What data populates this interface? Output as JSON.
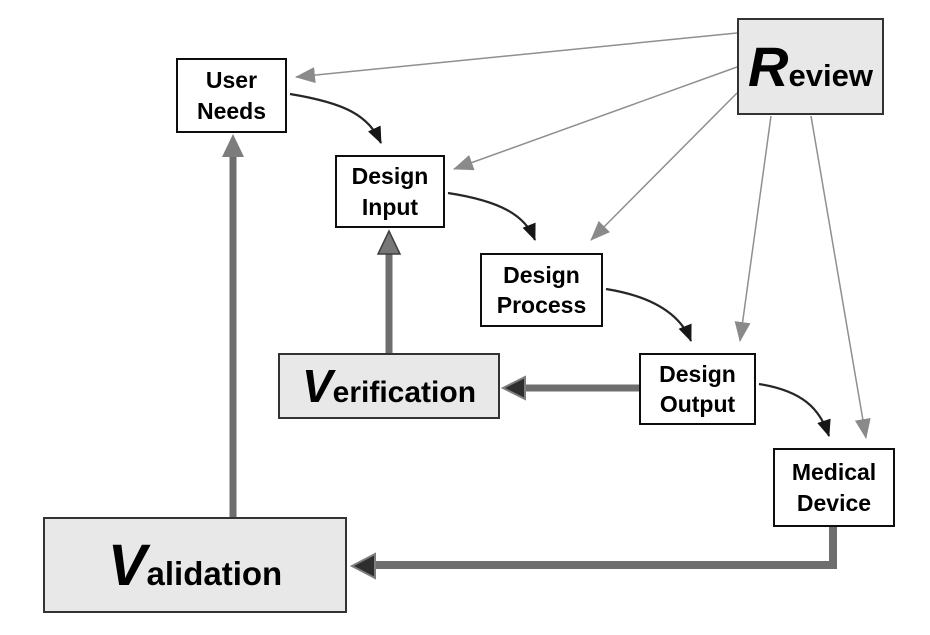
{
  "diagram": {
    "description": "Design controls waterfall diagram",
    "nodes": {
      "user_needs": {
        "line1": "User",
        "line2": "Needs"
      },
      "review": {
        "initial": "R",
        "rest": "eview"
      },
      "design_input": {
        "line1": "Design",
        "line2": "Input"
      },
      "design_process": {
        "line1": "Design",
        "line2": "Process"
      },
      "verification": {
        "initial": "V",
        "rest": "erification"
      },
      "design_output": {
        "line1": "Design",
        "line2": "Output"
      },
      "medical_device": {
        "line1": "Medical",
        "line2": "Device"
      },
      "validation": {
        "initial": "V",
        "rest": "alidation"
      }
    },
    "edges": [
      {
        "from": "review",
        "to": "user_needs",
        "style": "thin-gray"
      },
      {
        "from": "review",
        "to": "design_input",
        "style": "thin-gray"
      },
      {
        "from": "review",
        "to": "design_process",
        "style": "thin-gray"
      },
      {
        "from": "review",
        "to": "design_output",
        "style": "thin-gray"
      },
      {
        "from": "review",
        "to": "medical_device",
        "style": "thin-gray"
      },
      {
        "from": "user_needs",
        "to": "design_input",
        "style": "curved-black"
      },
      {
        "from": "design_input",
        "to": "design_process",
        "style": "curved-black"
      },
      {
        "from": "design_process",
        "to": "design_output",
        "style": "curved-black"
      },
      {
        "from": "design_output",
        "to": "medical_device",
        "style": "curved-black"
      },
      {
        "from": "design_output",
        "to": "verification",
        "style": "thick-gray"
      },
      {
        "from": "verification",
        "to": "design_input",
        "style": "thick-gray"
      },
      {
        "from": "medical_device",
        "to": "validation",
        "style": "thick-gray"
      },
      {
        "from": "validation",
        "to": "user_needs",
        "style": "thick-gray"
      }
    ],
    "colors": {
      "background": "#ffffff",
      "box_fill_white": "#ffffff",
      "box_fill_gray": "#e8e8e8",
      "box_border": "#1a1a1a",
      "thin_line": "#8f8f8f",
      "curved_line": "#262626",
      "thick_line": "#6e6e6e"
    }
  }
}
